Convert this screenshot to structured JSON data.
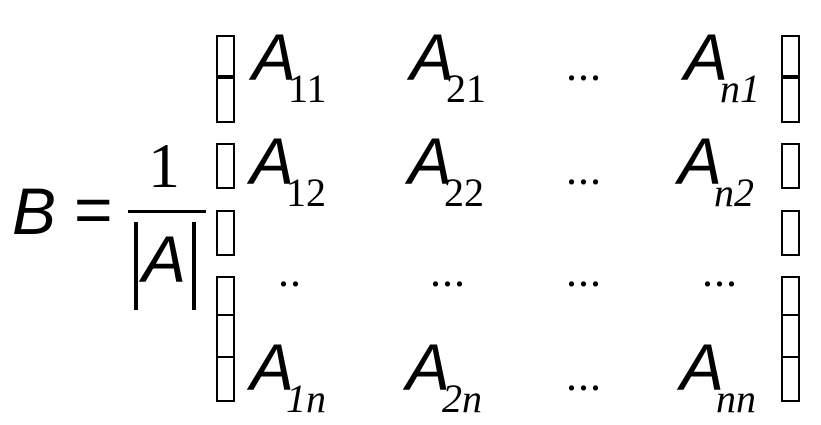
{
  "equation": {
    "lhs": "B",
    "equals": "=",
    "numerator": "1",
    "denominator": "A"
  },
  "matrix": {
    "rows": [
      [
        {
          "base": "A",
          "sub": "11"
        },
        {
          "base": "A",
          "sub": "21"
        },
        {
          "dots": "..."
        },
        {
          "base": "A",
          "sub": "n1"
        }
      ],
      [
        {
          "base": "A",
          "sub": "12"
        },
        {
          "base": "A",
          "sub": "22"
        },
        {
          "dots": "..."
        },
        {
          "base": "A",
          "sub": "n2"
        }
      ],
      [
        {
          "dots": ".."
        },
        {
          "dots": "..."
        },
        {
          "dots": "..."
        },
        {
          "dots": "..."
        }
      ],
      [
        {
          "base": "A",
          "sub": "1n"
        },
        {
          "base": "A",
          "sub": "2n"
        },
        {
          "dots": "..."
        },
        {
          "base": "A",
          "sub": "nn"
        }
      ]
    ]
  }
}
